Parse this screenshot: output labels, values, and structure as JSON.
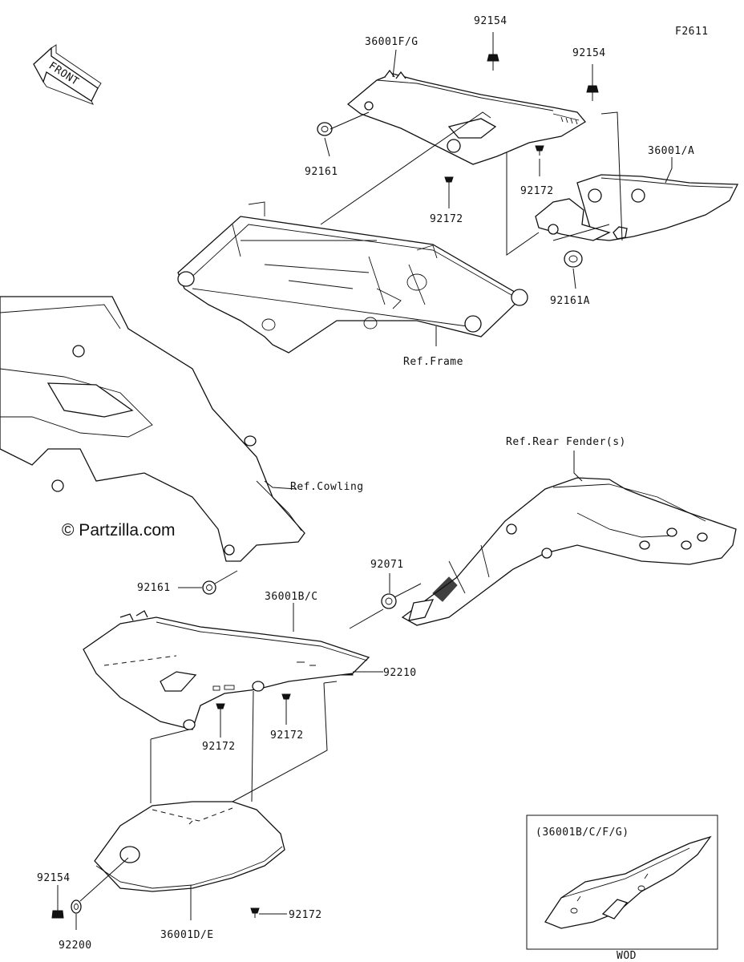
{
  "figure_code": "F2611",
  "front_arrow_text": "FRONT",
  "watermark": "© Partzilla.com",
  "references": {
    "frame": "Ref.Frame",
    "cowling": "Ref.Cowling",
    "rear_fender": "Ref.Rear Fender(s)"
  },
  "callouts": [
    {
      "id": "c1",
      "text": "36001F/G"
    },
    {
      "id": "c2",
      "text": "92154"
    },
    {
      "id": "c3",
      "text": "92154"
    },
    {
      "id": "c4",
      "text": "92161"
    },
    {
      "id": "c5",
      "text": "92172"
    },
    {
      "id": "c6",
      "text": "92172"
    },
    {
      "id": "c7",
      "text": "36001/A"
    },
    {
      "id": "c8",
      "text": "92161A"
    },
    {
      "id": "c9",
      "text": "92161"
    },
    {
      "id": "c10",
      "text": "36001B/C"
    },
    {
      "id": "c11",
      "text": "92071"
    },
    {
      "id": "c12",
      "text": "92210"
    },
    {
      "id": "c13",
      "text": "92172"
    },
    {
      "id": "c14",
      "text": "92172"
    },
    {
      "id": "c15",
      "text": "92154"
    },
    {
      "id": "c16",
      "text": "92200"
    },
    {
      "id": "c17",
      "text": "36001D/E"
    },
    {
      "id": "c18",
      "text": "92172"
    }
  ],
  "inset": {
    "title": "(36001B/C/F/G)",
    "caption": "WOD"
  }
}
